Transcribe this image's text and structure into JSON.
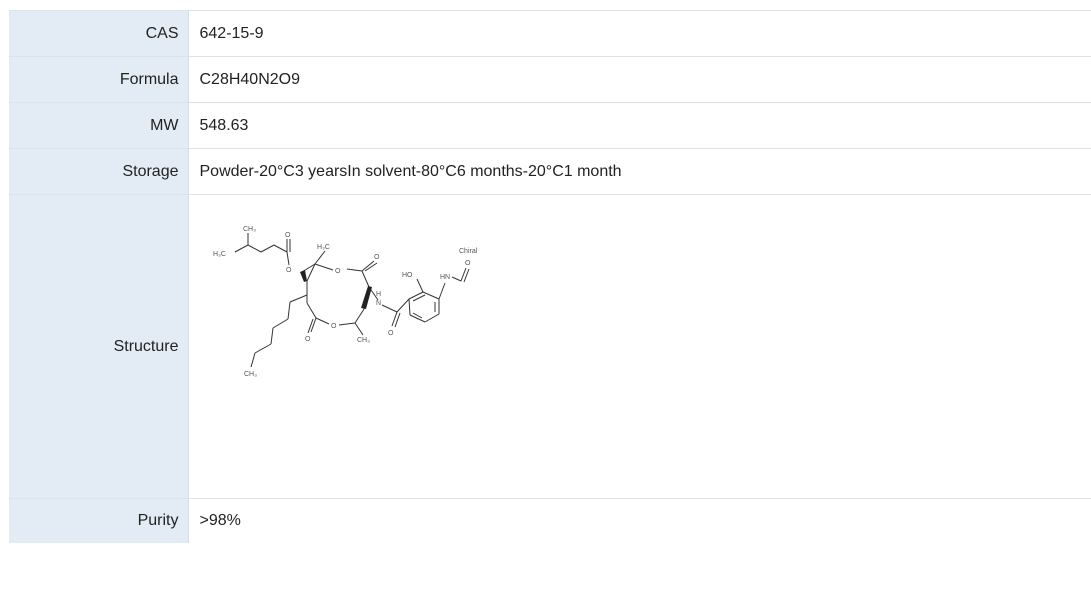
{
  "rows": [
    {
      "label": "CAS",
      "value": "642-15-9"
    },
    {
      "label": "Formula",
      "value": "C28H40N2O9"
    },
    {
      "label": "MW",
      "value": "548.63"
    },
    {
      "label": "Storage",
      "value": "Powder-20°C3 yearsIn solvent-80°C6 months-20°C1 month"
    },
    {
      "label": "Structure"
    },
    {
      "label": "Purity",
      "value": ">98%"
    }
  ],
  "structure": {
    "chiral_label": "Chiral",
    "atoms": {
      "h3c_top": "H₃C",
      "ch3_top": "CH₃",
      "h3c_mid": "H₃C",
      "ch3_bottom": "CH₃",
      "ho": "HO",
      "hn": "HN",
      "h": "H",
      "n": "N",
      "o": "O",
      "ch3_ring": "CH₃"
    }
  }
}
